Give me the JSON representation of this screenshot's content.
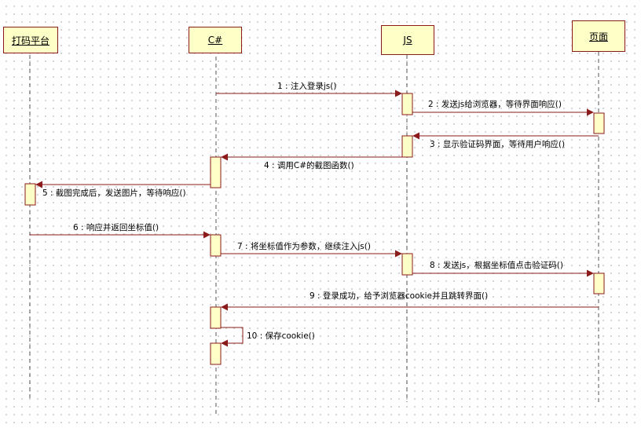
{
  "lifelines": [
    {
      "id": "platform",
      "label": "打码平台"
    },
    {
      "id": "csharp",
      "label": "C#"
    },
    {
      "id": "js",
      "label": "JS"
    },
    {
      "id": "page",
      "label": "页面"
    }
  ],
  "messages": [
    {
      "id": "m1",
      "label": "1 : 注入登录js()"
    },
    {
      "id": "m2",
      "label": "2 : 发送js给浏览器，等待界面响应()"
    },
    {
      "id": "m3",
      "label": "3 : 显示验证码界面，等待用户响应()"
    },
    {
      "id": "m4",
      "label": "4 : 调用C#的截图函数()"
    },
    {
      "id": "m5",
      "label": "5 : 截图完成后，发送图片，等待响应()"
    },
    {
      "id": "m6",
      "label": "6 : 响应并返回坐标值()"
    },
    {
      "id": "m7",
      "label": "7 : 将坐标值作为参数，继续注入js()"
    },
    {
      "id": "m8",
      "label": "8 : 发送js，根据坐标值点击验证码()"
    },
    {
      "id": "m9",
      "label": "9 : 登录成功，给予浏览器cookie并且跳转界面()"
    },
    {
      "id": "m10",
      "label": "10 : 保存cookie()"
    }
  ],
  "colors": {
    "line": "#8b1a1a",
    "box_fill": "#ffffc8",
    "lifeline_dash": "#555555"
  }
}
